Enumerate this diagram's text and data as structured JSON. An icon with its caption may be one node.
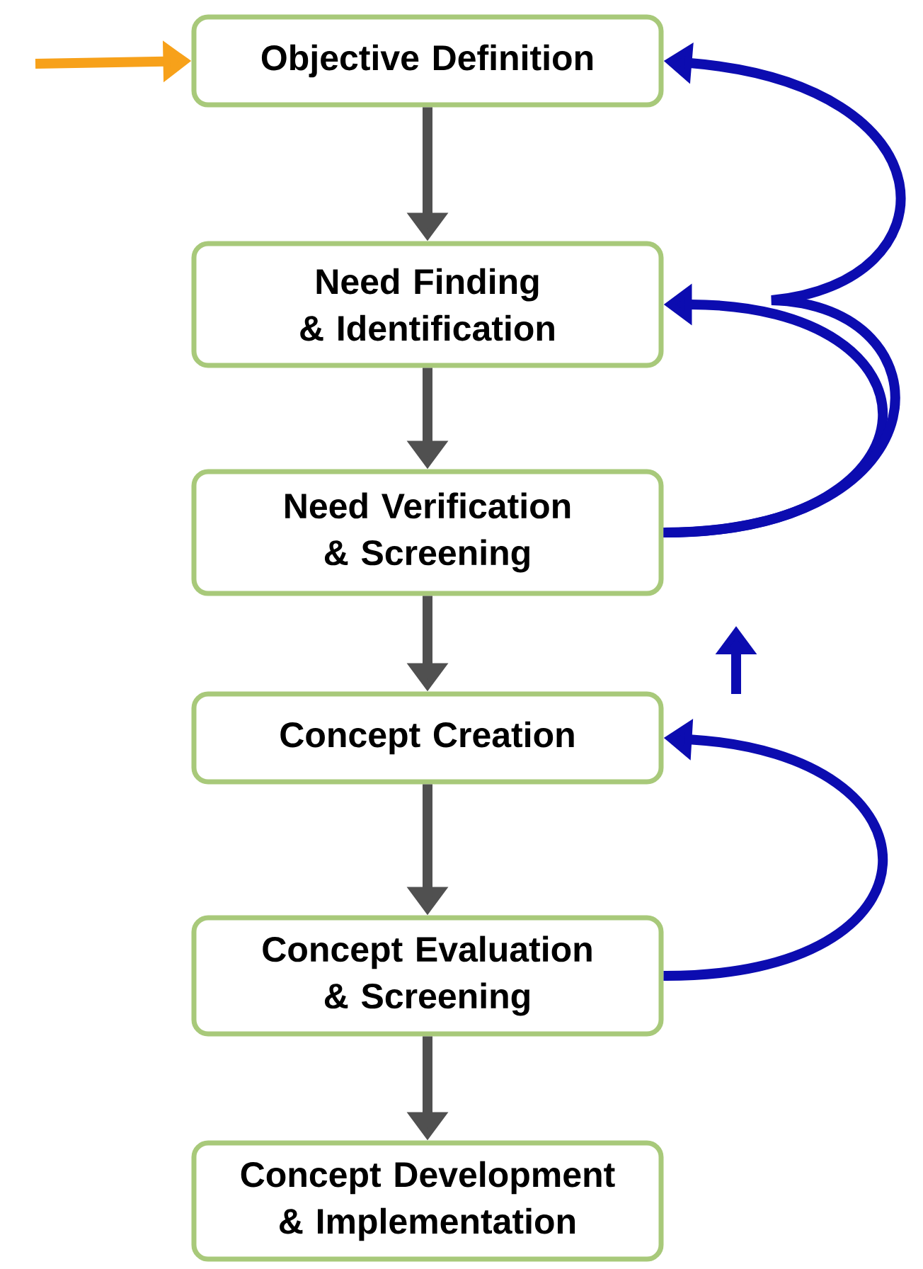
{
  "diagram": {
    "nodes": [
      {
        "text": [
          "Objective Definition"
        ]
      },
      {
        "text": [
          "Need Finding & Identification"
        ]
      },
      {
        "text": [
          "Need Verification & Screening"
        ]
      },
      {
        "text": [
          "Concept Creation"
        ]
      },
      {
        "text": [
          "Concept Evaluation & Screening"
        ]
      },
      {
        "text": [
          "Concept Development & Implementation"
        ]
      }
    ],
    "edges": [
      {
        "from": null,
        "to": 0,
        "arrow": "to",
        "color": "#f7a11a"
      },
      {
        "from": 0,
        "to": 1,
        "arrow": "to"
      },
      {
        "from": 1,
        "to": 2,
        "arrow": "to"
      },
      {
        "from": 2,
        "to": 3,
        "arrow": "to"
      },
      {
        "from": 3,
        "to": 4,
        "arrow": "to"
      },
      {
        "from": 4,
        "to": 5,
        "arrow": "to"
      },
      {
        "from": 2,
        "to": 1,
        "arrow": "to",
        "color": "#0c0cb0"
      },
      {
        "from": 2,
        "to": 0,
        "arrow": "to",
        "color": "#0c0cb0"
      },
      {
        "from": 4,
        "to": 3,
        "arrow": "to",
        "color": "#0c0cb0"
      }
    ]
  }
}
